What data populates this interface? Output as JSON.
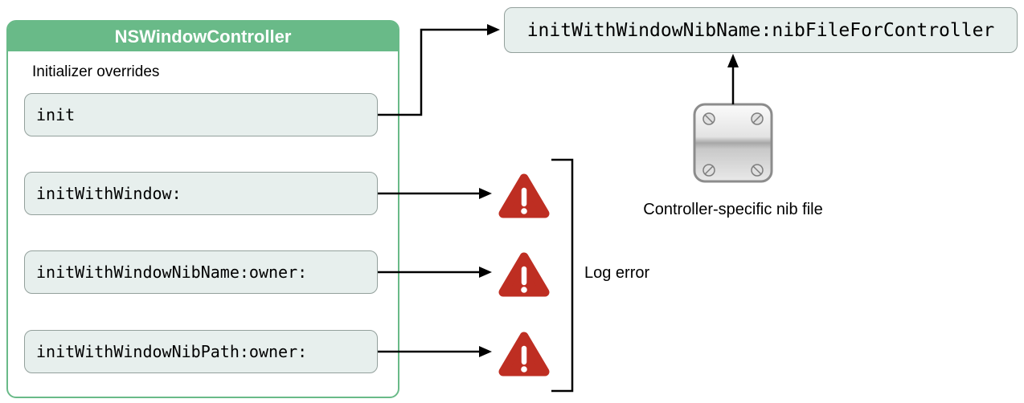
{
  "panel": {
    "title": "NSWindowController",
    "subtitle": "Initializer overrides",
    "methods": [
      "init",
      "initWithWindow:",
      "initWithWindowNibName:owner:",
      "initWithWindowNibPath:owner:"
    ]
  },
  "designated": {
    "label": "initWithWindowNibName:nibFileForController"
  },
  "labels": {
    "log_error": "Log error",
    "nib_caption": "Controller-specific nib file"
  },
  "icons": {
    "warning": "warning-triangle-icon",
    "nib_file": "nib-file-icon",
    "arrow": "arrow-connector"
  },
  "colors": {
    "panel_green": "#69BA88",
    "box_fill": "#E7EFED",
    "box_border": "#93A09C",
    "warning_red": "#BE2E22",
    "line_black": "#000000"
  }
}
